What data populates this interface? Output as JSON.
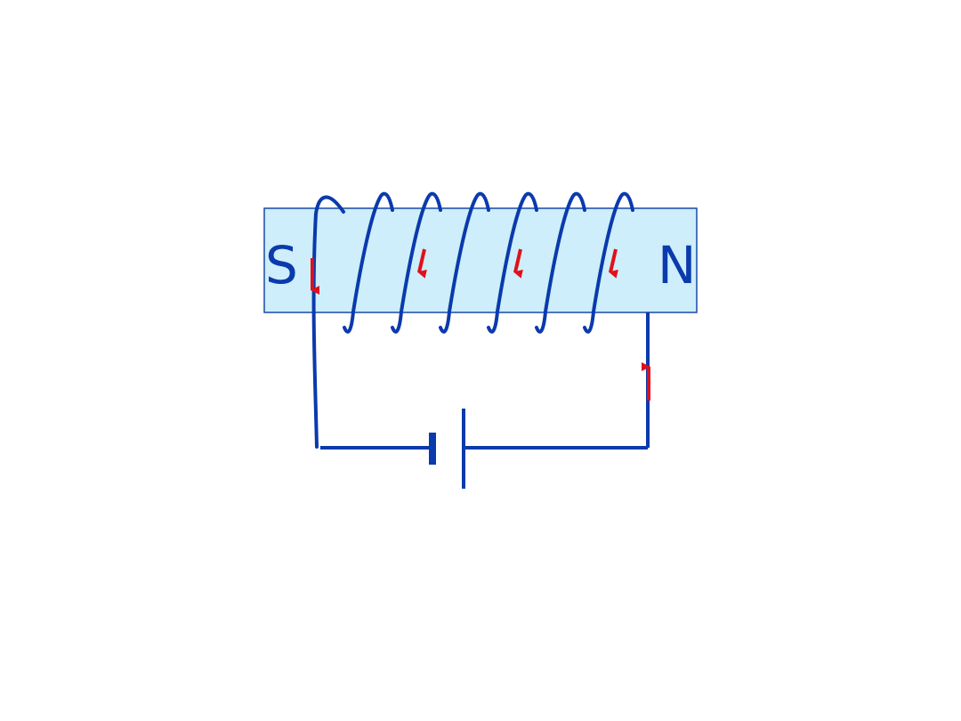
{
  "diagram": {
    "poles": {
      "left": "S",
      "right": "N"
    },
    "colors": {
      "core_fill": "#cdeefa",
      "core_stroke": "#1a49a8",
      "wire": "#0a3aac",
      "current_arrow": "#e0101a",
      "label": "#0a3aac"
    },
    "coil_turns": 7,
    "current_arrows": [
      {
        "location": "left-lead",
        "direction": "down"
      },
      {
        "location": "coil-turn",
        "direction": "down"
      },
      {
        "location": "coil-turn",
        "direction": "down"
      },
      {
        "location": "coil-turn",
        "direction": "down"
      },
      {
        "location": "right-lead",
        "direction": "up"
      }
    ],
    "battery": {
      "icon": "battery-cell-icon",
      "short_plate": "negative",
      "long_plate": "positive"
    }
  }
}
